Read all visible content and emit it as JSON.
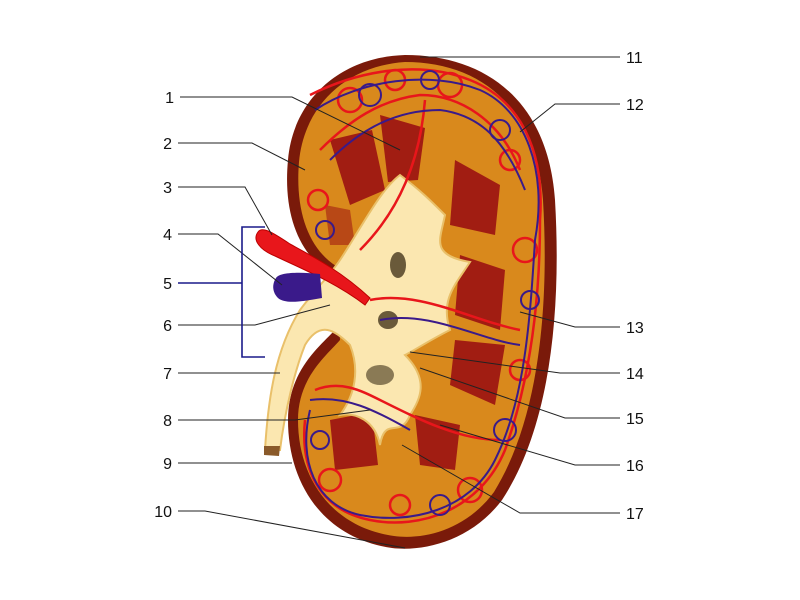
{
  "diagram": {
    "labels_left": [
      "1",
      "2",
      "3",
      "4",
      "5",
      "6",
      "7",
      "8",
      "9",
      "10"
    ],
    "labels_right": [
      "11",
      "12",
      "13",
      "14",
      "15",
      "16",
      "17"
    ],
    "colors": {
      "capsule": "#7a1a0a",
      "cortex": "#d9891c",
      "medulla": "#a11d12",
      "pelvis": "#fbe7b0",
      "artery": "#e8161b",
      "vein": "#3a1a8a",
      "bracket": "#1a1a8a"
    }
  }
}
